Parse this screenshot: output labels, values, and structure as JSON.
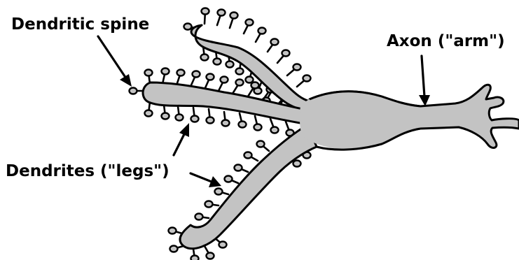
{
  "labels": {
    "dendritic_spine": "Dendritic spine",
    "axon": "Axon (\"arm\")",
    "dendrites": "Dendrites (\"legs\")"
  },
  "colors": {
    "cell_fill": "#c3c3c3",
    "outline": "#000000",
    "background": "#ffffff"
  }
}
